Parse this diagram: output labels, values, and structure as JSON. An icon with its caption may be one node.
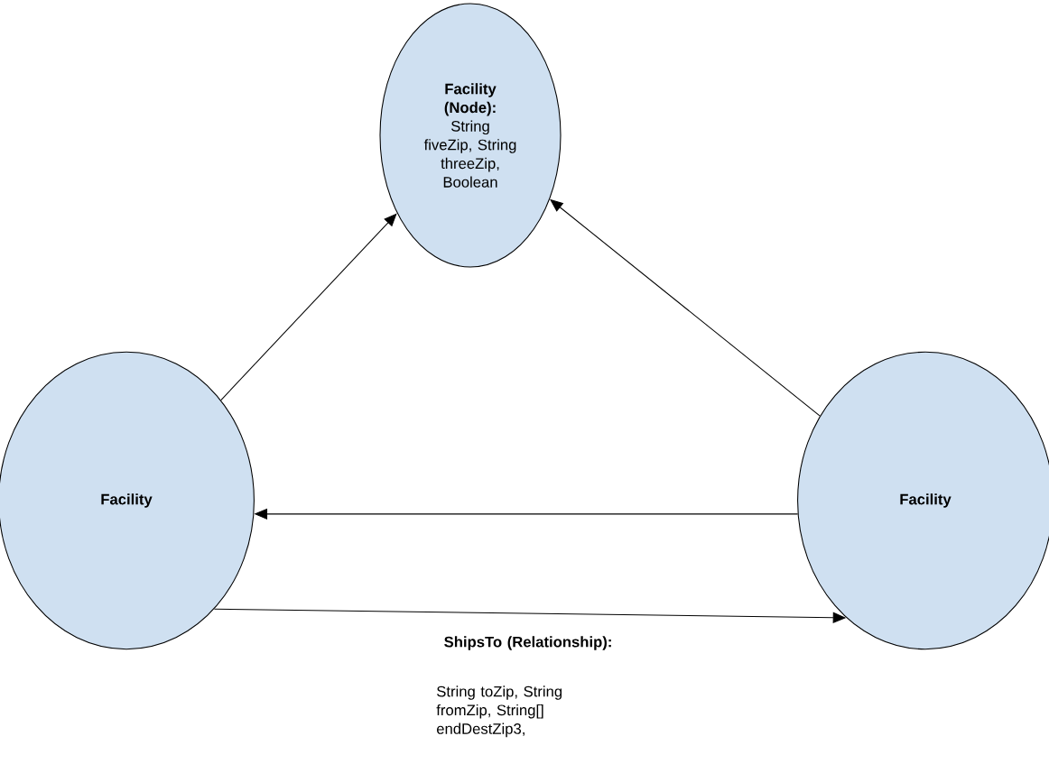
{
  "diagram": {
    "nodes": [
      {
        "text": [
          "Facility (Node):",
          "String fiveZip, String threeZip, Boolean"
        ]
      },
      {
        "text": [
          "Facility"
        ]
      },
      {
        "text": [
          "Facility"
        ]
      }
    ],
    "edges": [
      {
        "from": 1,
        "to": 0,
        "arrow": "to"
      },
      {
        "from": 2,
        "to": 0,
        "arrow": "to"
      },
      {
        "from": 2,
        "to": 1,
        "arrow": "to"
      },
      {
        "from": 1,
        "to": 2,
        "arrow": "to"
      }
    ],
    "labels": [
      "ShipsTo (Relationship):",
      "String toZip, String fromZip, String[] endDestZip3,"
    ]
  }
}
